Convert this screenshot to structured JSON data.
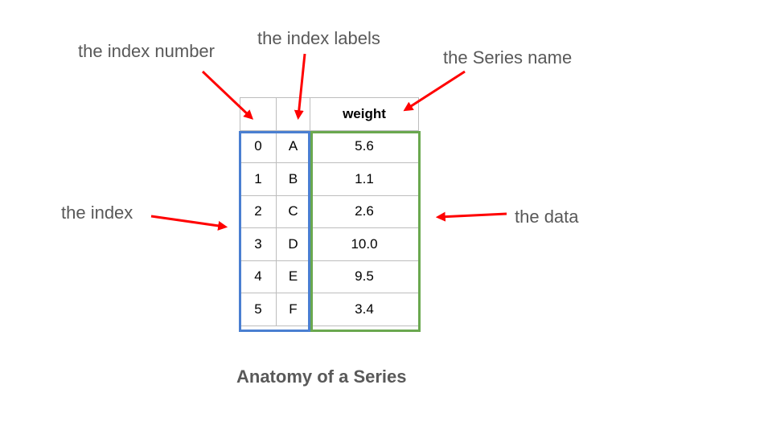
{
  "labels": {
    "index_number": "the index number",
    "index_labels": "the index labels",
    "series_name": "the Series name",
    "index": "the index",
    "data": "the data"
  },
  "caption": "Anatomy of a Series",
  "table": {
    "header": [
      "",
      "",
      "weight"
    ],
    "rows": [
      [
        "0",
        "A",
        "5.6"
      ],
      [
        "1",
        "B",
        "1.1"
      ],
      [
        "2",
        "C",
        "2.6"
      ],
      [
        "3",
        "D",
        "10.0"
      ],
      [
        "4",
        "E",
        "9.5"
      ],
      [
        "5",
        "F",
        "3.4"
      ]
    ]
  },
  "colors": {
    "index_box": "#4a7fd1",
    "data_box": "#6aa84f",
    "arrow": "#ff0000",
    "label_text": "#595959",
    "grid": "#bdbdbd"
  }
}
